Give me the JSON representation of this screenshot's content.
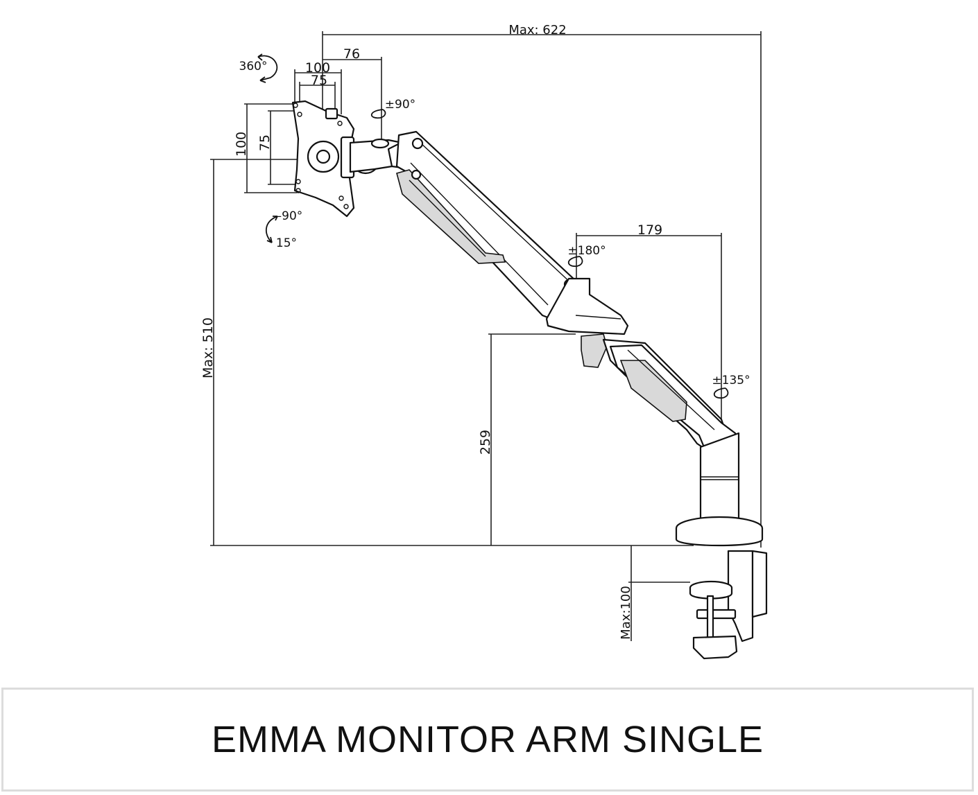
{
  "dimensions": {
    "max_reach": "Max: 622",
    "head_offset": "76",
    "vesa_outer_w": "100",
    "vesa_inner_w": "75",
    "vesa_outer_h": "100",
    "vesa_inner_h": "75",
    "max_height": "Max: 510",
    "joint_height": "259",
    "elbow_to_pole": "179",
    "clamp_max": "Max:100"
  },
  "rotations": {
    "head_rotation": "360°",
    "head_swivel": "±90°",
    "tilt_down": "–90°",
    "tilt_up": "15°",
    "elbow_swivel": "±180°",
    "base_swivel": "±135°"
  },
  "caption": "EMMA MONITOR ARM SINGLE"
}
